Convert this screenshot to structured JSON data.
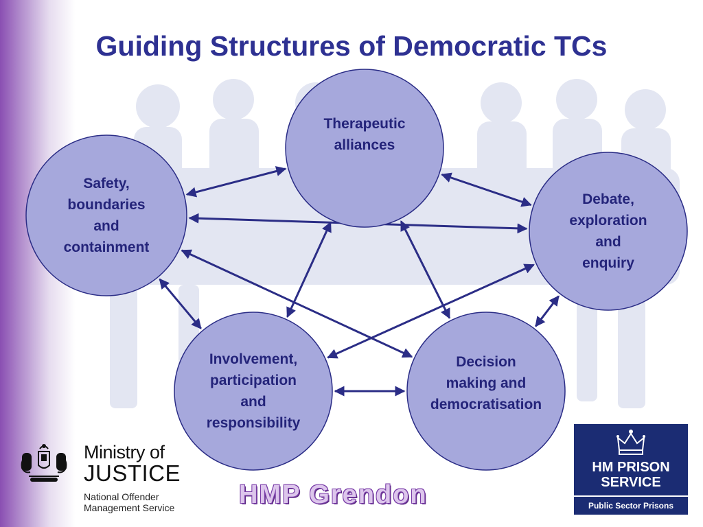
{
  "title": "Guiding Structures of Democratic TCs",
  "nodes": {
    "therapeutic": {
      "lines": [
        "Therapeutic",
        "alliances"
      ]
    },
    "safety": {
      "lines": [
        "Safety,",
        "boundaries",
        "and",
        "containment"
      ]
    },
    "debate": {
      "lines": [
        "Debate,",
        "exploration",
        "and",
        "enquiry"
      ]
    },
    "involvement": {
      "lines": [
        "Involvement,",
        "participation",
        "and",
        "responsibility"
      ]
    },
    "decision": {
      "lines": [
        "Decision",
        "making and",
        "democratisation"
      ]
    }
  },
  "connections": [
    [
      "safety",
      "therapeutic"
    ],
    [
      "therapeutic",
      "debate"
    ],
    [
      "safety",
      "debate"
    ],
    [
      "safety",
      "decision"
    ],
    [
      "safety",
      "involvement"
    ],
    [
      "therapeutic",
      "involvement"
    ],
    [
      "therapeutic",
      "decision"
    ],
    [
      "debate",
      "involvement"
    ],
    [
      "debate",
      "decision"
    ],
    [
      "involvement",
      "decision"
    ]
  ],
  "colors": {
    "title": "#2e3192",
    "node_fill": "#a6a8dc",
    "node_stroke": "#2b2d86",
    "arrow": "#2b2d86",
    "node_text": "#24247a"
  },
  "logos": {
    "moj": {
      "line1": "Ministry of",
      "line2": "JUSTICE",
      "sub1": "National Offender",
      "sub2": "Management Service"
    },
    "hmp_grendon": "HMP Grendon",
    "hmps": {
      "line1": "HM PRISON",
      "line2": "SERVICE",
      "tagline": "Public Sector Prisons"
    }
  }
}
